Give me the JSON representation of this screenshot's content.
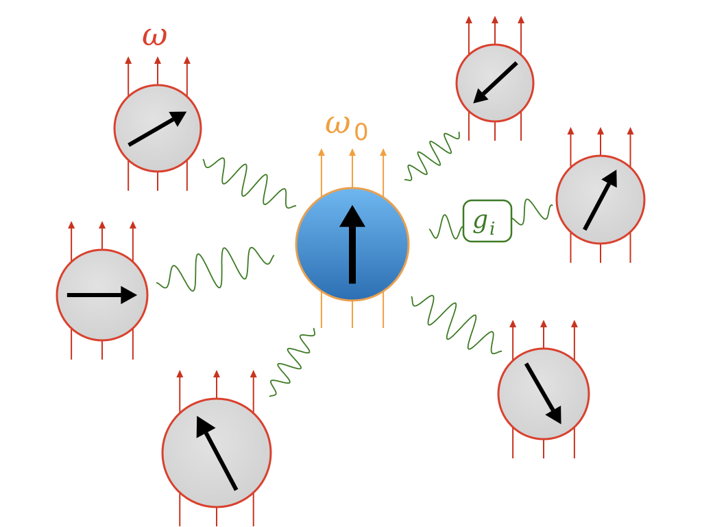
{
  "labels": {
    "bath_frequency": "ω",
    "central_frequency": "ω",
    "central_frequency_subscript": "0",
    "coupling": "g",
    "coupling_subscript": "i"
  },
  "colors": {
    "bath_spin_stroke": "#d9412e",
    "bath_spin_fill": "#d8d8d8",
    "central_spin_stroke": "#e8a050",
    "central_spin_fill_top": "#6fb7f0",
    "central_spin_fill_bottom": "#2c6fb3",
    "field_lines_bath": "#c8341f",
    "field_lines_central": "#f0a040",
    "coupling_wave": "#3d7a25",
    "arrow": "#000000"
  },
  "icons": {
    "central": "central-spin-icon",
    "bath": "bath-spin-icon",
    "coupling": "wavy-coupling-icon"
  }
}
